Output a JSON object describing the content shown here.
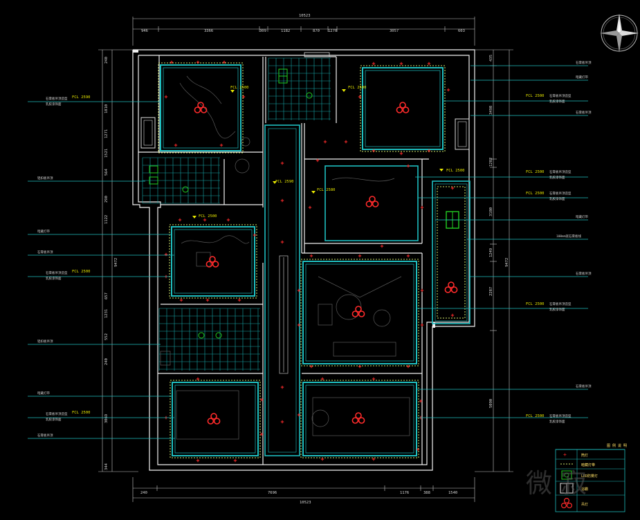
{
  "dimensions": {
    "top_total": "10523",
    "top_segments": [
      "946",
      "3366",
      "309",
      "1182",
      "870",
      "1270",
      "3057",
      "603"
    ],
    "bottom_total": "10523",
    "bottom_segments": [
      "240",
      "7696",
      "1176",
      "388",
      "1540"
    ],
    "left_segments": [
      "240",
      "1810",
      "1271",
      "1521",
      "564",
      "290",
      "1122",
      "657",
      "1231",
      "552",
      "240",
      "3069",
      "344"
    ],
    "left_total": "9472",
    "right_segments": [
      "435",
      "3498",
      "1282",
      "3180",
      "1249",
      "2287",
      "5090"
    ],
    "right_total": "9472"
  },
  "ceiling_labels": [
    "FCL 2500",
    "FCL 2500",
    "FCL 2500",
    "FCL 2590",
    "FCL 2580",
    "FCL 2500",
    "FCL 2500",
    "FCL 2500",
    "FCL 2500",
    "FCL 2500",
    "FCL 2500"
  ],
  "left_notes": [
    {
      "label": "FCL 2590",
      "lines": [
        "石膏板吊顶造型",
        "乳胶漆饰面"
      ]
    },
    {
      "label": "",
      "lines": [
        "铝扣板吊顶"
      ]
    },
    {
      "label": "",
      "lines": [
        "暗藏灯带"
      ]
    },
    {
      "label": "",
      "lines": [
        "石膏板吊顶"
      ]
    },
    {
      "label": "FCL 2500",
      "lines": [
        "石膏板吊顶造型",
        "乳胶漆饰面"
      ]
    },
    {
      "label": "",
      "lines": [
        "铝扣板吊顶"
      ]
    },
    {
      "label": "",
      "lines": [
        "暗藏灯带"
      ]
    },
    {
      "label": "FCL 2500",
      "lines": [
        "石膏板吊顶造型",
        "乳胶漆饰面"
      ]
    },
    {
      "label": "",
      "lines": [
        "石膏板吊顶"
      ]
    }
  ],
  "right_notes": [
    {
      "label": "",
      "lines": [
        "石膏板吊顶"
      ]
    },
    {
      "label": "",
      "lines": [
        "暗藏灯带"
      ]
    },
    {
      "label": "FCL 2500",
      "lines": [
        "石膏板吊顶造型",
        "乳胶漆饰面"
      ]
    },
    {
      "label": "",
      "lines": [
        "石膏板吊顶"
      ]
    },
    {
      "label": "FCL 2500",
      "lines": [
        "石膏板吊顶造型",
        "乳胶漆饰面"
      ]
    },
    {
      "label": "FCL 2500",
      "lines": [
        "石膏板吊顶造型",
        "乳胶漆饰面"
      ]
    },
    {
      "label": "",
      "lines": [
        "暗藏灯带"
      ]
    },
    {
      "label": "",
      "lines": [
        "100mm宽石膏板线"
      ]
    },
    {
      "label": "",
      "lines": [
        "石膏板吊顶"
      ]
    },
    {
      "label": "FCL 2500",
      "lines": [
        "石膏板吊顶造型",
        "乳胶漆饰面"
      ]
    },
    {
      "label": "",
      "lines": [
        "石膏板吊顶"
      ]
    },
    {
      "label": "FCL 2500",
      "lines": [
        "石膏板吊顶造型",
        "乳胶漆饰面"
      ]
    }
  ],
  "legend": {
    "title": "图 例 说 明",
    "items": [
      "筒灯",
      "暗藏灯带",
      "LED防雾灯",
      "浴霸",
      "吊灯"
    ]
  },
  "watermark": "微 寂",
  "colors": {
    "background": "#000000",
    "wall": "#ffffff",
    "cyan": "#1fbfc0",
    "light_red": "#ff2b2b",
    "green": "#22d022",
    "label_yellow": "#e8e800"
  }
}
